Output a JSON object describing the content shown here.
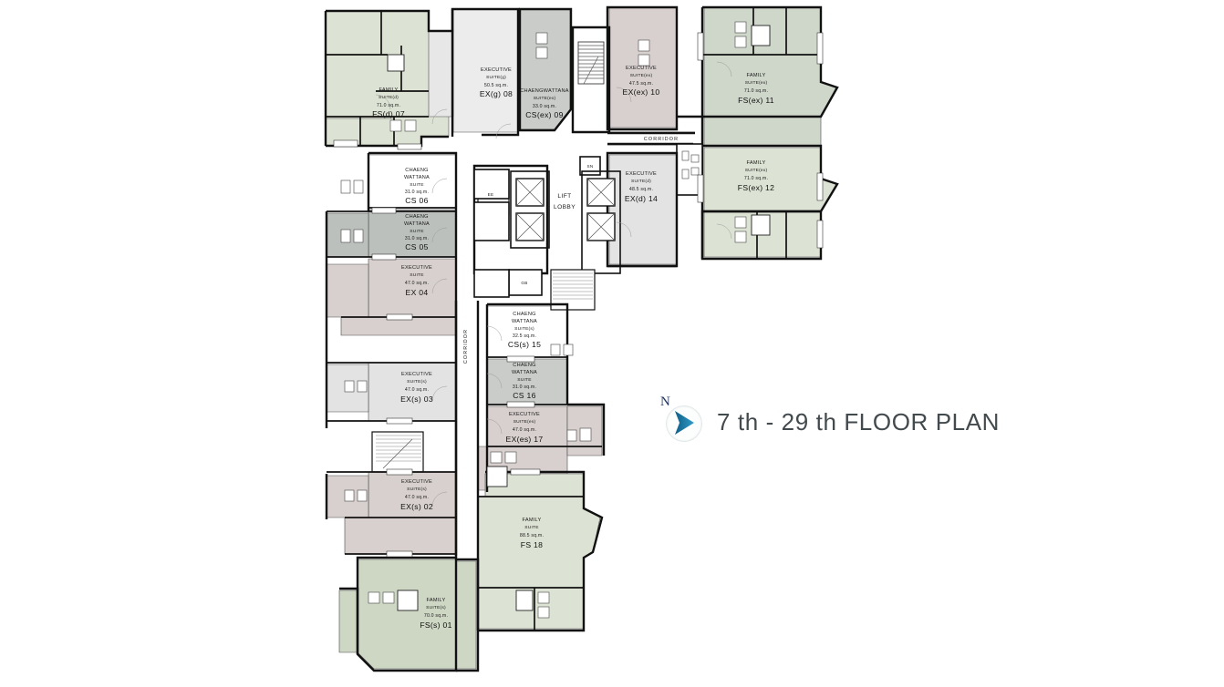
{
  "document": {
    "title": "7 th - 29 th FLOOR PLAN",
    "compass_north_label": "N",
    "compass_icon": "north-arrow-icon",
    "background_color": "#ffffff"
  },
  "palette": {
    "green_unit": "#dde3d4",
    "green_unit_dark": "#ced6c4",
    "sage_unit": "#cfd6ca",
    "taupe_unit": "#d8d0ce",
    "grey_unit": "#c9ccc9",
    "grey_dark_unit": "#bcc0bd",
    "light_unit": "#e3e3e3",
    "pale_unit": "#ececec",
    "wall_color": "#111111",
    "thin_line": "#4a4a4a",
    "title_text": "#434a4d",
    "compass_blue": "#1b7fae",
    "north_label_color": "#23355e"
  },
  "plan": {
    "corridor_labels": [
      {
        "text": "CORRIDOR",
        "orientation": "horizontal"
      },
      {
        "text": "CORRIDOR",
        "orientation": "vertical"
      }
    ],
    "core_rooms": [
      {
        "name": "lift-lobby",
        "label_line1": "LIFT",
        "label_line2": "LOBBY"
      },
      {
        "name": "ee-room",
        "label": "EE"
      },
      {
        "name": "sn-room",
        "label": "SN"
      },
      {
        "name": "gb-room",
        "label": "GB"
      }
    ],
    "units": [
      {
        "code": "FS(s) 01",
        "category": "FAMILY",
        "subtitle": "SUITE(s)",
        "area": "70.0 sq.m.",
        "fill": "#ced6c4"
      },
      {
        "code": "EX(s) 02",
        "category": "EXECUTIVE",
        "subtitle": "SUITE(s)",
        "area": "47.0 sq.m.",
        "fill": "#d8d0ce"
      },
      {
        "code": "EX(s) 03",
        "category": "EXECUTIVE",
        "subtitle": "SUITE(s)",
        "area": "47.0 sq.m.",
        "fill": "#e3e3e3"
      },
      {
        "code": "EX 04",
        "category": "EXECUTIVE",
        "subtitle": "SUITE",
        "area": "47.0 sq.m.",
        "fill": "#d8d0ce"
      },
      {
        "code": "CS 05",
        "category": "CHAENG WATTANA",
        "subtitle": "SUITE",
        "area": "31.0 sq.m.",
        "fill": "#bcc0bd"
      },
      {
        "code": "CS 06",
        "category": "CHAENG WATTANA",
        "subtitle": "SUITE",
        "area": "31.0 sq.m.",
        "fill": "#ffffff"
      },
      {
        "code": "FS(d) 07",
        "category": "FAMILY",
        "subtitle": "SUITE(d)",
        "area": "71.0 sq.m.",
        "fill": "#dde3d4"
      },
      {
        "code": "EX(g) 08",
        "category": "EXECUTIVE",
        "subtitle": "SUITE(g)",
        "area": "50.5 sq.m.",
        "fill": "#ececec"
      },
      {
        "code": "CS(ex) 09",
        "category": "CHAENGWATTANA",
        "subtitle": "SUITE(ex)",
        "area": "33.0 sq.m.",
        "fill": "#c9ccc9"
      },
      {
        "code": "EX(ex) 10",
        "category": "EXECUTIVE",
        "subtitle": "SUITE(ex)",
        "area": "47.5 sq.m.",
        "fill": "#d8d0ce"
      },
      {
        "code": "FS(ex) 11",
        "category": "FAMILY",
        "subtitle": "SUITE(ex)",
        "area": "71.0 sq.m.",
        "fill": "#cfd6ca"
      },
      {
        "code": "FS(ex) 12",
        "category": "FAMILY",
        "subtitle": "SUITE(ex)",
        "area": "71.0 sq.m.",
        "fill": "#dde3d4"
      },
      {
        "code": "EX(d) 14",
        "category": "EXECUTIVE",
        "subtitle": "SUITE(d)",
        "area": "48.5 sq.m.",
        "fill": "#e3e3e3"
      },
      {
        "code": "CS(s) 15",
        "category": "CHAENG WATTANA",
        "subtitle": "SUITE(s)",
        "area": "32.5 sq.m.",
        "fill": "#ffffff"
      },
      {
        "code": "CS 16",
        "category": "CHAENG WATTANA",
        "subtitle": "SUITE",
        "area": "31.0 sq.m.",
        "fill": "#c9ccc9"
      },
      {
        "code": "EX(es) 17",
        "category": "EXECUTIVE",
        "subtitle": "SUITE(es)",
        "area": "47.0 sq.m.",
        "fill": "#d8d0ce"
      },
      {
        "code": "FS 18",
        "category": "FAMILY",
        "subtitle": "SUITE",
        "area": "88.5 sq.m.",
        "fill": "#dde3d4"
      }
    ]
  }
}
